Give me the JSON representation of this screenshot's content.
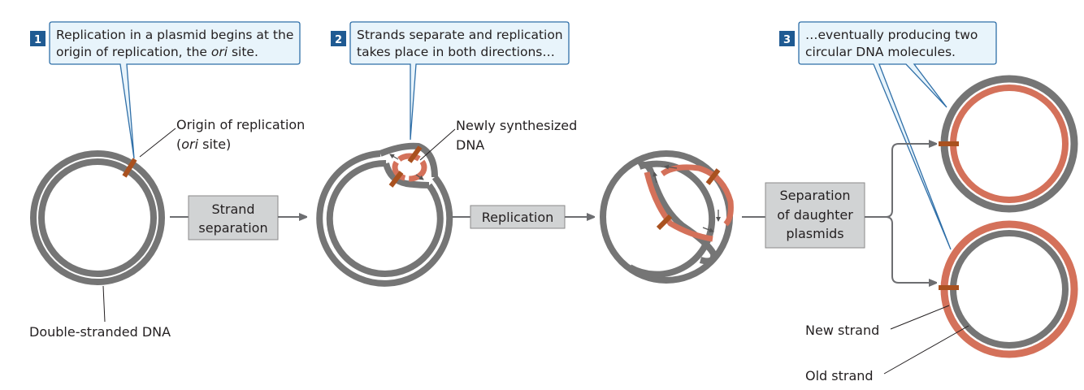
{
  "colors": {
    "old_strand": "#757575",
    "new_strand": "#d4715a",
    "ori_marker": "#a9511f",
    "callout_fill": "#e8f4fb",
    "callout_stroke": "#2f6fa8",
    "step_badge": "#1f5a92",
    "process_box_fill": "#d1d3d4",
    "process_box_stroke": "#8a8a8a",
    "arrow": "#6d6e71"
  },
  "callouts": [
    {
      "number": "1",
      "line1": "Replication in a plasmid begins at the",
      "line2_pre": "origin of replication, the ",
      "line2_italic": "ori",
      "line2_post": " site."
    },
    {
      "number": "2",
      "line1": "Strands separate and replication",
      "line2_pre": "takes place in both directions…",
      "line2_italic": "",
      "line2_post": ""
    },
    {
      "number": "3",
      "line1": "…eventually producing two",
      "line2_pre": "circular DNA molecules.",
      "line2_italic": "",
      "line2_post": ""
    }
  ],
  "labels": {
    "origin_line1": "Origin of replication",
    "origin_line2_pre": "(",
    "origin_line2_italic": "ori",
    "origin_line2_post": " site)",
    "double_stranded": "Double-stranded DNA",
    "newly_line1": "Newly synthesized",
    "newly_line2": "DNA",
    "new_strand": "New strand",
    "old_strand": "Old strand"
  },
  "process_steps": [
    {
      "lines": [
        "Strand",
        "separation"
      ]
    },
    {
      "lines": [
        "Replication"
      ]
    },
    {
      "lines": [
        "Separation",
        "of daughter",
        "plasmids"
      ]
    }
  ]
}
